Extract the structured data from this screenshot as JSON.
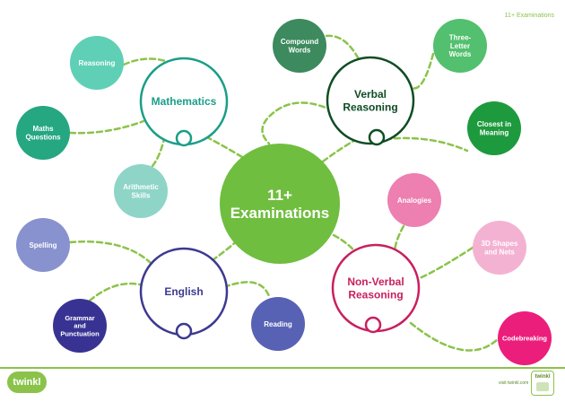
{
  "header": {
    "tag": "11+ Examinations"
  },
  "center": {
    "text": "11+\nExaminations",
    "color": "#6fbe3f"
  },
  "hubs": [
    {
      "id": "mathematics",
      "text": "Mathematics",
      "color": "#1a9e87",
      "textColor": "#1a9e87"
    },
    {
      "id": "verbal",
      "text": "Verbal\nReasoning",
      "color": "#0f4d24",
      "textColor": "#0f4d24"
    },
    {
      "id": "english",
      "text": "English",
      "color": "#3c3a8f",
      "textColor": "#3c3a8f"
    },
    {
      "id": "nonverbal",
      "text": "Non-Verbal\nReasoning",
      "color": "#c8205f",
      "textColor": "#c8205f"
    }
  ],
  "leaves": [
    {
      "id": "reasoning",
      "text": "Reasoning",
      "color": "#5fd0b5"
    },
    {
      "id": "maths-questions",
      "text": "Maths\nQuestions",
      "color": "#25a781"
    },
    {
      "id": "arithmetic-skills",
      "text": "Arithmetic\nSkills",
      "color": "#8ed5c8"
    },
    {
      "id": "compound-words",
      "text": "Compound\nWords",
      "color": "#3c8a5e"
    },
    {
      "id": "three-letter-words",
      "text": "Three-\nLetter\nWords",
      "color": "#52c06e"
    },
    {
      "id": "closest-in-meaning",
      "text": "Closest in\nMeaning",
      "color": "#1e9a3e"
    },
    {
      "id": "spelling",
      "text": "Spelling",
      "color": "#8892cf"
    },
    {
      "id": "grammar-punctuation",
      "text": "Grammar\nand\nPunctuation",
      "color": "#383393"
    },
    {
      "id": "reading",
      "text": "Reading",
      "color": "#5862b4"
    },
    {
      "id": "analogies",
      "text": "Analogies",
      "color": "#ed7fb1"
    },
    {
      "id": "3d-shapes-nets",
      "text": "3D Shapes\nand Nets",
      "color": "#f4b2d3"
    },
    {
      "id": "codebreaking",
      "text": "Codebreaking",
      "color": "#ec1e7c"
    }
  ],
  "connector_color": "#8bc34a",
  "footer": {
    "logo": "twinkl",
    "url": "visit twinkl.com",
    "badge": "twinkl"
  }
}
